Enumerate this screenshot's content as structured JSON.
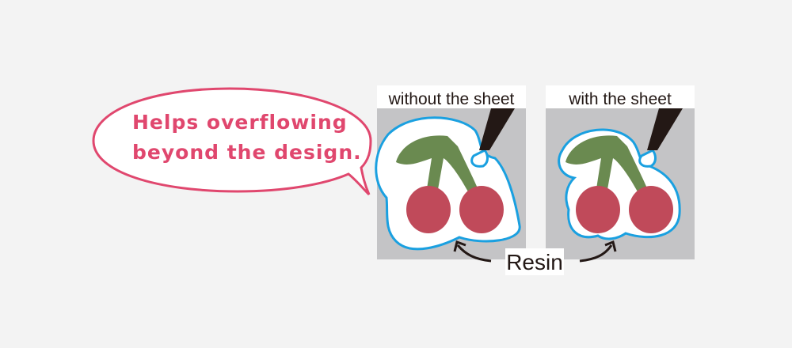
{
  "callout": {
    "line1": "Helps overflowing",
    "line2": "beyond the design."
  },
  "panels": [
    {
      "label": "without the sheet"
    },
    {
      "label": "with the sheet"
    }
  ],
  "resin_label": "Resin",
  "colors": {
    "bubble_outline": "#e0476e",
    "resin_outline": "#1aa0e0",
    "cherry": "#c04a5a",
    "stem": "#6a8a50",
    "panel_bg": "#c4c4c6"
  }
}
